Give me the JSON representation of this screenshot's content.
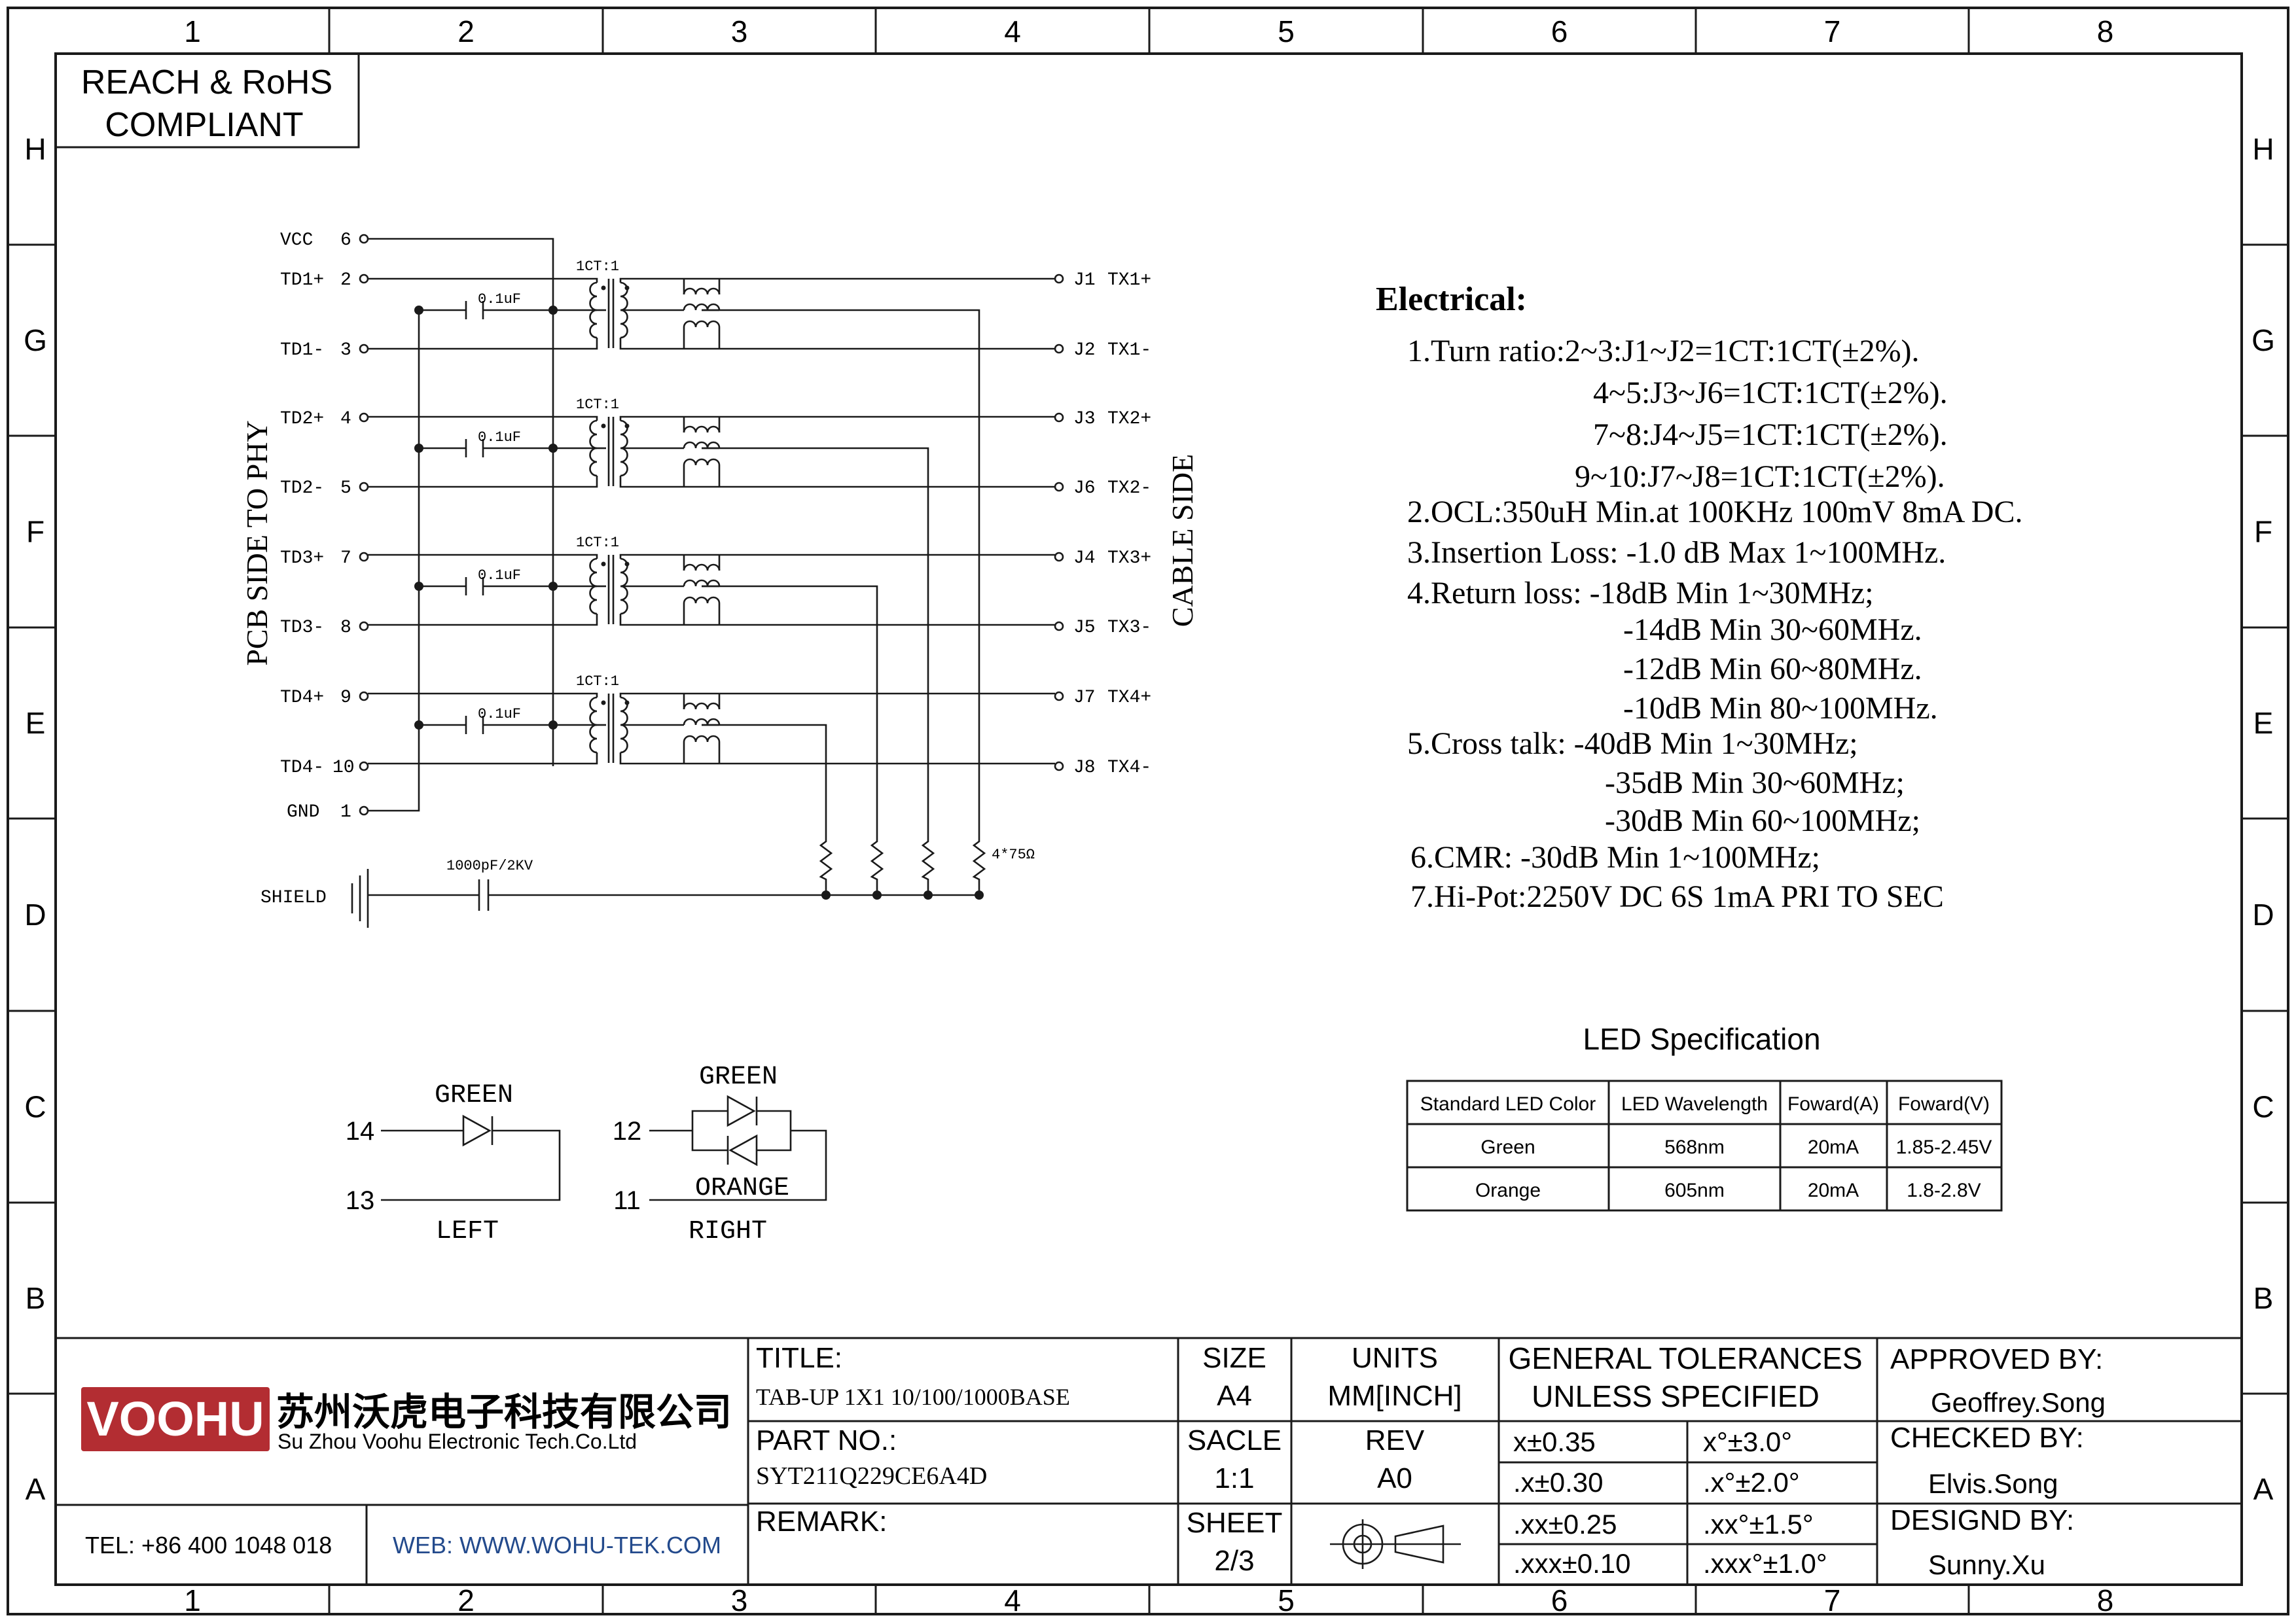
{
  "frame": {
    "col_labels": [
      "1",
      "2",
      "3",
      "4",
      "5",
      "6",
      "7",
      "8"
    ],
    "row_labels": [
      "H",
      "G",
      "F",
      "E",
      "D",
      "C",
      "B",
      "A"
    ]
  },
  "compliance": {
    "line1": "REACH & RoHS",
    "line2": "COMPLIANT"
  },
  "schematic": {
    "left_pins": [
      {
        "name": "VCC",
        "num": "6"
      },
      {
        "name": "TD1+",
        "num": "2"
      },
      {
        "name": "TD1-",
        "num": "3"
      },
      {
        "name": "TD2+",
        "num": "4"
      },
      {
        "name": "TD2-",
        "num": "5"
      },
      {
        "name": "TD3+",
        "num": "7"
      },
      {
        "name": "TD3-",
        "num": "8"
      },
      {
        "name": "TD4+",
        "num": "9"
      },
      {
        "name": "TD4-",
        "num": "10"
      },
      {
        "name": "GND",
        "num": "1"
      }
    ],
    "right_pins": [
      {
        "name": "J1",
        "sig": "TX1+"
      },
      {
        "name": "J2",
        "sig": "TX1-"
      },
      {
        "name": "J3",
        "sig": "TX2+"
      },
      {
        "name": "J6",
        "sig": "TX2-"
      },
      {
        "name": "J4",
        "sig": "TX3+"
      },
      {
        "name": "J5",
        "sig": "TX3-"
      },
      {
        "name": "J7",
        "sig": "TX4+"
      },
      {
        "name": "J8",
        "sig": "TX4-"
      }
    ],
    "cap_label": "0.1uF",
    "ratio_label": "1CT:1",
    "shield_label": "SHIELD",
    "shield_cap": "1000pF/2KV",
    "resistor_label": "4*75Ω",
    "pcb_side": "PCB SIDE TO PHY",
    "cable_side": "CABLE SIDE"
  },
  "leds": {
    "left": {
      "color": "GREEN",
      "pin_a": "14",
      "pin_b": "13",
      "side": "LEFT"
    },
    "right": {
      "color1": "GREEN",
      "color2": "ORANGE",
      "pin_a": "12",
      "pin_b": "11",
      "side": "RIGHT"
    }
  },
  "electrical": {
    "title": "Electrical:",
    "lines": [
      "1.Turn ratio:2~3:J1~J2=1CT:1CT(±2%).",
      "4~5:J3~J6=1CT:1CT(±2%).",
      "7~8:J4~J5=1CT:1CT(±2%).",
      "9~10:J7~J8=1CT:1CT(±2%).",
      "2.OCL:350uH Min.at 100KHz 100mV 8mA DC.",
      "3.Insertion Loss: -1.0 dB Max 1~100MHz.",
      "4.Return loss: -18dB Min 1~30MHz;",
      "-14dB Min 30~60MHz.",
      "-12dB Min 60~80MHz.",
      "-10dB Min 80~100MHz.",
      "5.Cross talk: -40dB Min 1~30MHz;",
      "-35dB Min 30~60MHz;",
      "-30dB Min 60~100MHz;",
      "6.CMR: -30dB Min 1~100MHz;",
      "7.Hi-Pot:2250V DC 6S 1mA PRI TO SEC"
    ]
  },
  "led_spec": {
    "title": "LED Specification",
    "headers": [
      "Standard LED Color",
      "LED Wavelength",
      "Foward(A)",
      "Foward(V)"
    ],
    "rows": [
      [
        "Green",
        "568nm",
        "20mA",
        "1.85-2.45V"
      ],
      [
        "Orange",
        "605nm",
        "20mA",
        "1.8-2.8V"
      ]
    ]
  },
  "title_block": {
    "logo": "VOOHU",
    "company_cn": "苏州沃虎电子科技有限公司",
    "company_en": "Su Zhou Voohu Electronic Tech.Co.Ltd",
    "tel": "TEL: +86 400 1048 018",
    "web": "WEB: WWW.WOHU-TEK.COM",
    "title_label": "TITLE:",
    "title_value": "TAB-UP 1X1 10/100/1000BASE",
    "part_label": "PART NO.:",
    "part_value": "SYT211Q229CE6A4D",
    "remark_label": "REMARK:",
    "size_label": "SIZE",
    "size_value": "A4",
    "units_label": "UNITS",
    "units_value": "MM[INCH]",
    "scale_label": "SACLE",
    "scale_value": "1:1",
    "rev_label": "REV",
    "rev_value": "A0",
    "sheet_label": "SHEET",
    "sheet_value": "2/3",
    "tol_title1": "GENERAL TOLERANCES",
    "tol_title2": "UNLESS SPECIFIED",
    "tolerances": [
      [
        "x±0.35",
        "x°±3.0°"
      ],
      [
        ".x±0.30",
        ".x°±2.0°"
      ],
      [
        ".xx±0.25",
        ".xx°±1.5°"
      ],
      [
        ".xxx±0.10",
        ".xxx°±1.0°"
      ]
    ],
    "approved_label": "APPROVED BY:",
    "approved_value": "Geoffrey.Song",
    "checked_label": "CHECKED BY:",
    "checked_value": "Elvis.Song",
    "designed_label": "DESIGND BY:",
    "designed_value": "Sunny.Xu"
  }
}
